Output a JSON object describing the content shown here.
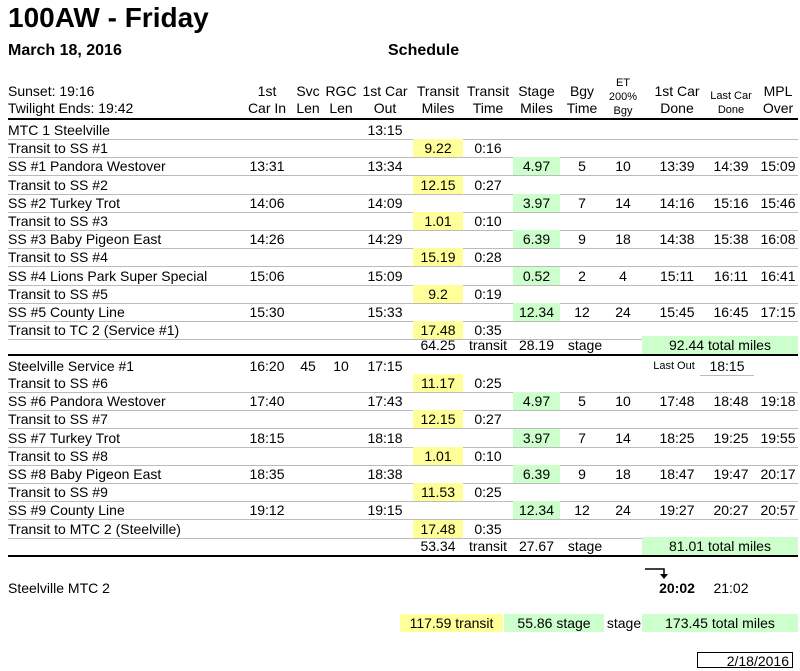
{
  "title": "100AW - Friday",
  "date": "March 18, 2016",
  "schedule_label": "Schedule",
  "sunset": "Sunset: 19:16",
  "twilight": "Twilight Ends: 19:42",
  "headers": [
    {
      "l1": "1st",
      "l2": "Car In"
    },
    {
      "l1": "Svc",
      "l2": "Len"
    },
    {
      "l1": "RGC",
      "l2": "Len"
    },
    {
      "l1": "1st Car",
      "l2": "Out"
    },
    {
      "l1": "Transit",
      "l2": "Miles"
    },
    {
      "l1": "Transit",
      "l2": "Time"
    },
    {
      "l1": "Stage",
      "l2": "Miles"
    },
    {
      "l1": "Bgy",
      "l2": "Time"
    },
    {
      "l1": "ET",
      "l2": "200%",
      "l3": "Bgy"
    },
    {
      "l1": "1st Car",
      "l2": "Done"
    },
    {
      "l1": "Last Car",
      "l2": "Done"
    },
    {
      "l1": "MPL",
      "l2": "Over"
    }
  ],
  "section1": [
    {
      "name": "MTC 1 Steelville",
      "out": "13:15"
    },
    {
      "name": "Transit to SS #1",
      "tmiles": "9.22",
      "ttime": "0:16"
    },
    {
      "name": "SS #1 Pandora Westover",
      "in": "13:31",
      "out": "13:34",
      "smiles": "4.97",
      "bgy": "5",
      "et": "10",
      "first": "13:39",
      "last": "14:39",
      "mpl": "15:09"
    },
    {
      "name": "Transit to SS #2",
      "tmiles": "12.15",
      "ttime": "0:27"
    },
    {
      "name": "SS #2 Turkey Trot",
      "in": "14:06",
      "out": "14:09",
      "smiles": "3.97",
      "bgy": "7",
      "et": "14",
      "first": "14:16",
      "last": "15:16",
      "mpl": "15:46"
    },
    {
      "name": "Transit to SS #3",
      "tmiles": "1.01",
      "ttime": "0:10"
    },
    {
      "name": "SS #3 Baby Pigeon East",
      "in": "14:26",
      "out": "14:29",
      "smiles": "6.39",
      "bgy": "9",
      "et": "18",
      "first": "14:38",
      "last": "15:38",
      "mpl": "16:08"
    },
    {
      "name": "Transit to SS #4",
      "tmiles": "15.19",
      "ttime": "0:28"
    },
    {
      "name": "SS #4 Lions Park Super Special",
      "in": "15:06",
      "out": "15:09",
      "smiles": "0.52",
      "bgy": "2",
      "et": "4",
      "first": "15:11",
      "last": "16:11",
      "mpl": "16:41"
    },
    {
      "name": "Transit to SS #5",
      "tmiles": "9.2",
      "ttime": "0:19"
    },
    {
      "name": "SS #5 County Line",
      "in": "15:30",
      "out": "15:33",
      "smiles": "12.34",
      "bgy": "12",
      "et": "24",
      "first": "15:45",
      "last": "16:45",
      "mpl": "17:15"
    },
    {
      "name": "Transit to TC 2 (Service #1)",
      "tmiles": "17.48",
      "ttime": "0:35"
    }
  ],
  "section1_totals": {
    "transit": "64.25",
    "transit_label": "transit",
    "stage": "28.19",
    "stage_label": "stage",
    "total": "92.44 total miles"
  },
  "section2_first": {
    "name": "Steelville Service #1",
    "in": "16:20",
    "svc": "45",
    "rgc": "10",
    "out": "17:15",
    "last_out_label": "Last Out",
    "last_out": "18:15"
  },
  "section2": [
    {
      "name": "Transit to SS #6",
      "tmiles": "11.17",
      "ttime": "0:25"
    },
    {
      "name": "SS #6 Pandora Westover",
      "in": "17:40",
      "out": "17:43",
      "smiles": "4.97",
      "bgy": "5",
      "et": "10",
      "first": "17:48",
      "last": "18:48",
      "mpl": "19:18"
    },
    {
      "name": "Transit to SS #7",
      "tmiles": "12.15",
      "ttime": "0:27"
    },
    {
      "name": "SS #7 Turkey Trot",
      "in": "18:15",
      "out": "18:18",
      "smiles": "3.97",
      "bgy": "7",
      "et": "14",
      "first": "18:25",
      "last": "19:25",
      "mpl": "19:55"
    },
    {
      "name": "Transit to SS #8",
      "tmiles": "1.01",
      "ttime": "0:10"
    },
    {
      "name": "SS #8 Baby Pigeon East",
      "in": "18:35",
      "out": "18:38",
      "smiles": "6.39",
      "bgy": "9",
      "et": "18",
      "first": "18:47",
      "last": "19:47",
      "mpl": "20:17"
    },
    {
      "name": "Transit to SS #9",
      "tmiles": "11.53",
      "ttime": "0:25"
    },
    {
      "name": "SS #9 County Line",
      "in": "19:12",
      "out": "19:15",
      "smiles": "12.34",
      "bgy": "12",
      "et": "24",
      "first": "19:27",
      "last": "20:27",
      "mpl": "20:57"
    },
    {
      "name": "Transit to MTC 2 (Steelville)",
      "tmiles": "17.48",
      "ttime": "0:35"
    }
  ],
  "section2_totals": {
    "transit": "53.34",
    "transit_label": "transit",
    "stage": "27.67",
    "stage_label": "stage",
    "total": "81.01 total miles"
  },
  "final": {
    "name": "Steelville MTC 2",
    "first": "20:02",
    "last": "21:02"
  },
  "grand": {
    "transit": "117.59 transit",
    "stage": "55.86 stage",
    "stage_label": "stage",
    "total": "173.45 total miles"
  },
  "print_date": "2/18/2016"
}
